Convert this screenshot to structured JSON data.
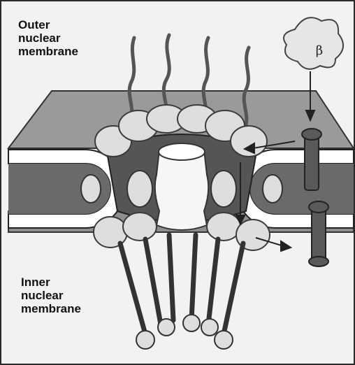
{
  "labels": {
    "outer": [
      "Outer",
      "nuclear",
      "membrane"
    ],
    "inner": [
      "Inner",
      "nuclear",
      "membrane"
    ]
  },
  "importin": {
    "symbol": "β"
  },
  "colors": {
    "envelope": "#9a9a9a",
    "envelope_shadow": "#6f6f6f",
    "lumen": "#6a6a6a",
    "protein": "#dedede",
    "protein_stroke": "#3c3c3c",
    "cargo": "#5a5a5a",
    "background": "#f2f2f2"
  }
}
